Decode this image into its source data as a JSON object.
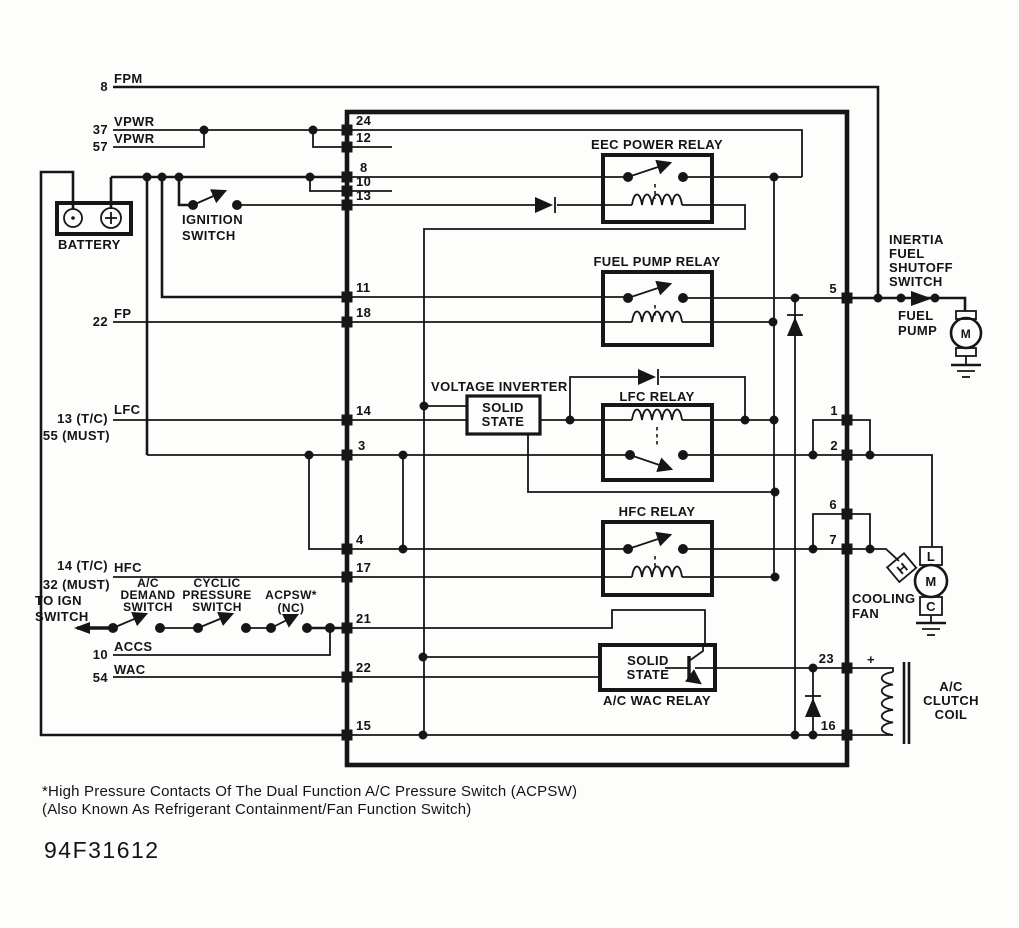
{
  "figure_id": "94F31612",
  "footnote": {
    "line1": "*High Pressure Contacts Of The Dual Function A/C Pressure Switch (ACPSW)",
    "line2": "(Also Known As Refrigerant Containment/Fan Function Switch)"
  },
  "module": {
    "pins_left": [
      "24",
      "12",
      "8",
      "10",
      "13",
      "11",
      "18",
      "14",
      "3",
      "4",
      "17",
      "21",
      "22",
      "15"
    ],
    "pins_right": [
      "5",
      "1",
      "2",
      "6",
      "7",
      "23",
      "16"
    ]
  },
  "signals": {
    "fpm": {
      "pin": "8",
      "name": "FPM"
    },
    "vpwr_37": {
      "pin": "37",
      "name": "VPWR"
    },
    "vpwr_57": {
      "pin": "57",
      "name": "VPWR"
    },
    "fp": {
      "pin": "22",
      "name": "FP"
    },
    "lfc": {
      "pin_tc": "13 (T/C)",
      "pin_must": "55 (MUST)",
      "name": "LFC"
    },
    "hfc": {
      "pin_tc": "14 (T/C)",
      "pin_must": "32 (MUST)",
      "name": "HFC"
    },
    "accs": {
      "pin": "10",
      "name": "ACCS"
    },
    "wac": {
      "pin": "54",
      "name": "WAC"
    }
  },
  "relays": {
    "eec_power": "EEC POWER RELAY",
    "fuel_pump": "FUEL PUMP RELAY",
    "lfc": "LFC RELAY",
    "hfc": "HFC RELAY",
    "ac_wac": "A/C WAC RELAY",
    "voltage_inverter": "VOLTAGE INVERTER",
    "solid_state": [
      "SOLID",
      "STATE"
    ]
  },
  "components": {
    "battery": {
      "label": "BATTERY"
    },
    "ignition_switch": [
      "IGNITION",
      "SWITCH"
    ],
    "to_ign_switch": [
      "TO IGN",
      "SWITCH"
    ],
    "ac_demand_switch": [
      "A/C",
      "DEMAND",
      "SWITCH"
    ],
    "cyclic_pressure_switch": [
      "CYCLIC",
      "PRESSURE",
      "SWITCH"
    ],
    "acpsw": [
      "ACPSW*",
      "(NC)"
    ],
    "inertia_switch": [
      "INERTIA",
      "FUEL",
      "SHUTOFF",
      "SWITCH"
    ],
    "fuel_pump": {
      "lines": [
        "FUEL",
        "PUMP"
      ],
      "motor": "M"
    },
    "cooling_fan": {
      "lines": [
        "COOLING",
        "FAN"
      ],
      "motor": "M",
      "terminal_low": "L",
      "terminal_high": "H",
      "terminal_common": "C"
    },
    "ac_clutch_coil": {
      "lines": [
        "A/C",
        "CLUTCH",
        "COIL"
      ],
      "plus": "+"
    }
  }
}
